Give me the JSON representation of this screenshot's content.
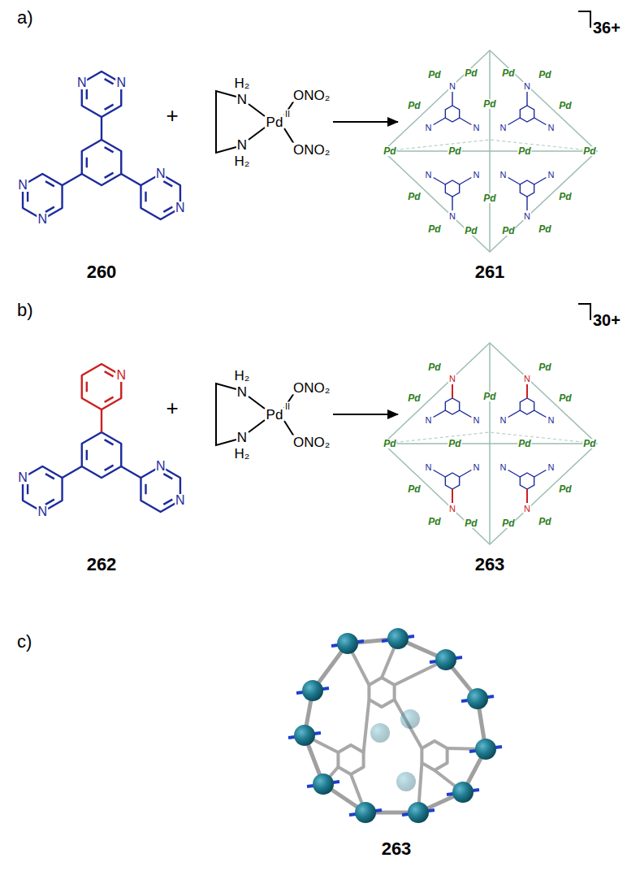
{
  "diagram": {
    "labels": [
      "a)",
      "N",
      "N",
      "N",
      "N",
      "N",
      "N",
      "+",
      "H₂",
      "N",
      "Pd",
      "II",
      "ONO₂",
      "ONO₂",
      "N",
      "H₂",
      "260",
      "261",
      "36+",
      "Pd",
      "Pd",
      "Pd",
      "Pd",
      "Pd",
      "Pd",
      "Pd",
      "Pd",
      "Pd",
      "Pd",
      "Pd",
      "Pd",
      "Pd",
      "Pd",
      "Pd",
      "Pd",
      "Pd",
      "Pd",
      "N",
      "N",
      "N",
      "N",
      "N",
      "N",
      "N",
      "N",
      "N",
      "N",
      "N",
      "N",
      "b)",
      "N",
      "N",
      "N",
      "N",
      "N",
      "+",
      "H₂",
      "N",
      "Pd",
      "II",
      "ONO₂",
      "ONO₂",
      "N",
      "H₂",
      "262",
      "263",
      "30+",
      "Pd",
      "Pd",
      "Pd",
      "Pd",
      "Pd",
      "Pd",
      "Pd",
      "Pd",
      "Pd",
      "Pd",
      "Pd",
      "Pd",
      "Pd",
      "Pd",
      "Pd",
      "N",
      "N",
      "N",
      "N",
      "N",
      "N",
      "N",
      "N",
      "N",
      "N",
      "N",
      "N",
      "c)",
      "263"
    ]
  }
}
